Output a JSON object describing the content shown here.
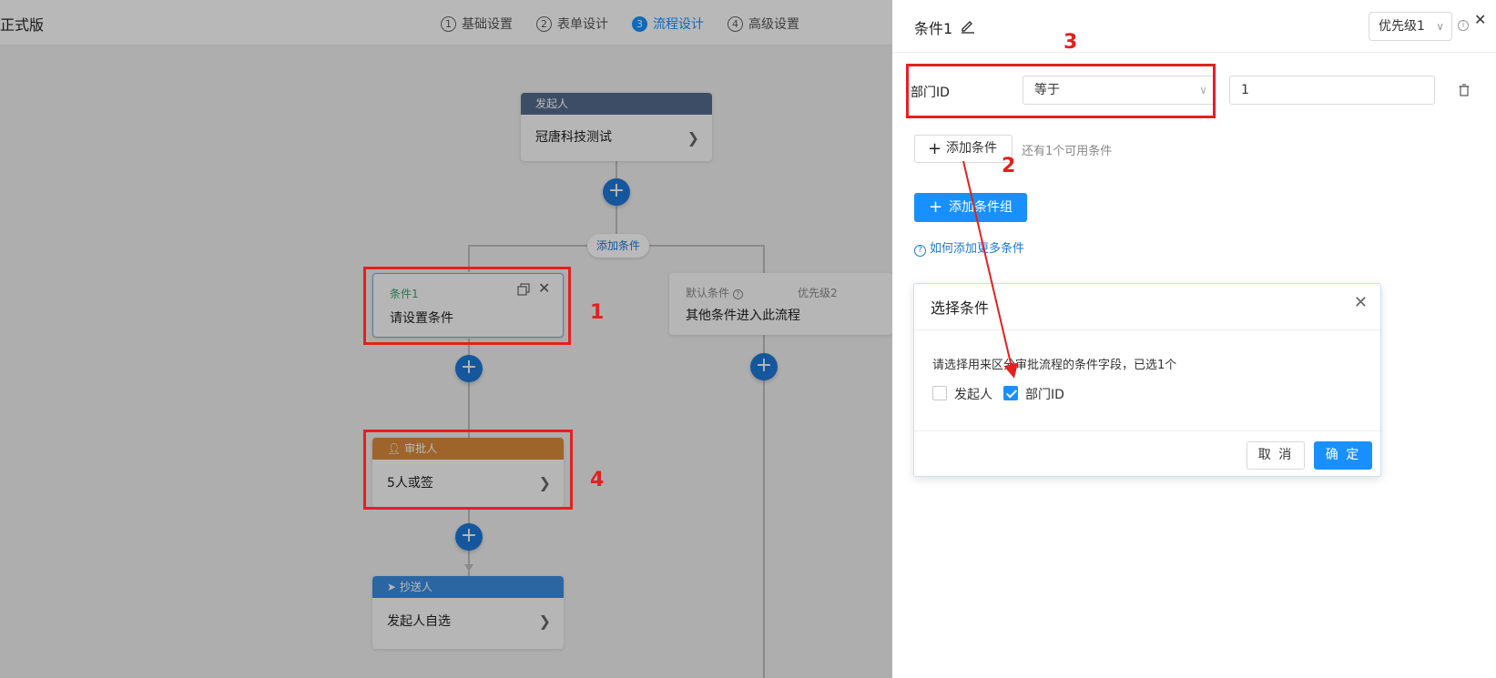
{
  "app": {
    "title_fragment": "正式版"
  },
  "steps": [
    {
      "num": "1",
      "label": "基础设置"
    },
    {
      "num": "2",
      "label": "表单设计"
    },
    {
      "num": "3",
      "label": "流程设计"
    },
    {
      "num": "4",
      "label": "高级设置"
    }
  ],
  "flow": {
    "initiator": {
      "header": "发起人",
      "body": "冠唐科技测试"
    },
    "add_condition_pill": "添加条件",
    "condition1": {
      "title": "条件1",
      "body": "请设置条件"
    },
    "default_condition": {
      "title": "默认条件",
      "priority": "优先级2",
      "body": "其他条件进入此流程"
    },
    "approver": {
      "header": "审批人",
      "body": "5人或签"
    },
    "cc": {
      "header": "抄送人",
      "body": "发起人自选"
    },
    "plus_symbol": "+"
  },
  "annotations": [
    "1",
    "2",
    "3",
    "4"
  ],
  "drawer": {
    "title": "条件1",
    "priority_value": "优先级1",
    "field_label": "部门ID",
    "operator_value": "等于",
    "value_input": "1",
    "add_condition_label": "添加条件",
    "remaining_hint": "还有1个可用条件",
    "add_group_label": "添加条件组",
    "help_link": "如何添加更多条件"
  },
  "modal": {
    "title": "选择条件",
    "description": "请选择用来区分审批流程的条件字段，已选1个",
    "options": [
      {
        "label": "发起人",
        "checked": false
      },
      {
        "label": "部门ID",
        "checked": true
      }
    ],
    "cancel_label": "取 消",
    "ok_label": "确 定"
  },
  "colors": {
    "accent": "#1890ff",
    "flow_blue": "#1e78d7",
    "initiator_head": "#566a8c",
    "approver_head": "#d98a3a",
    "cc_head": "#3b8ce0",
    "annotation_red": "#e42020"
  }
}
